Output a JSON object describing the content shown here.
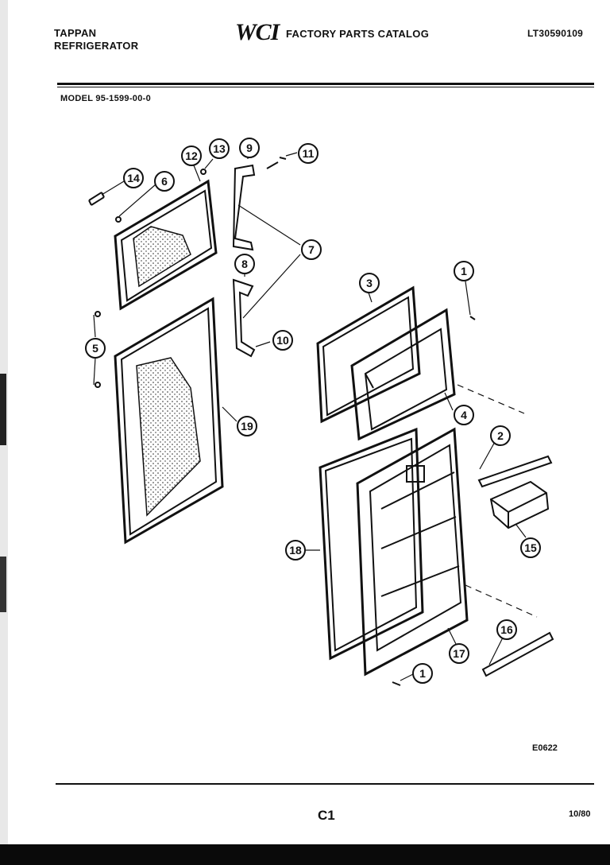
{
  "header": {
    "brand_line1": "TAPPAN",
    "brand_line2": "REFRIGERATOR",
    "logo": "WCI",
    "catalog_title": "FACTORY PARTS CATALOG",
    "doc_number": "LT30590109"
  },
  "model": "MODEL 95-1599-00-0",
  "callouts": [
    "14",
    "6",
    "12",
    "13",
    "9",
    "11",
    "7",
    "8",
    "10",
    "5",
    "19",
    "3",
    "1",
    "4",
    "2",
    "15",
    "18",
    "17",
    "16",
    "1"
  ],
  "footer": {
    "figure_code": "E0622",
    "page": "C1",
    "date": "10/80"
  }
}
